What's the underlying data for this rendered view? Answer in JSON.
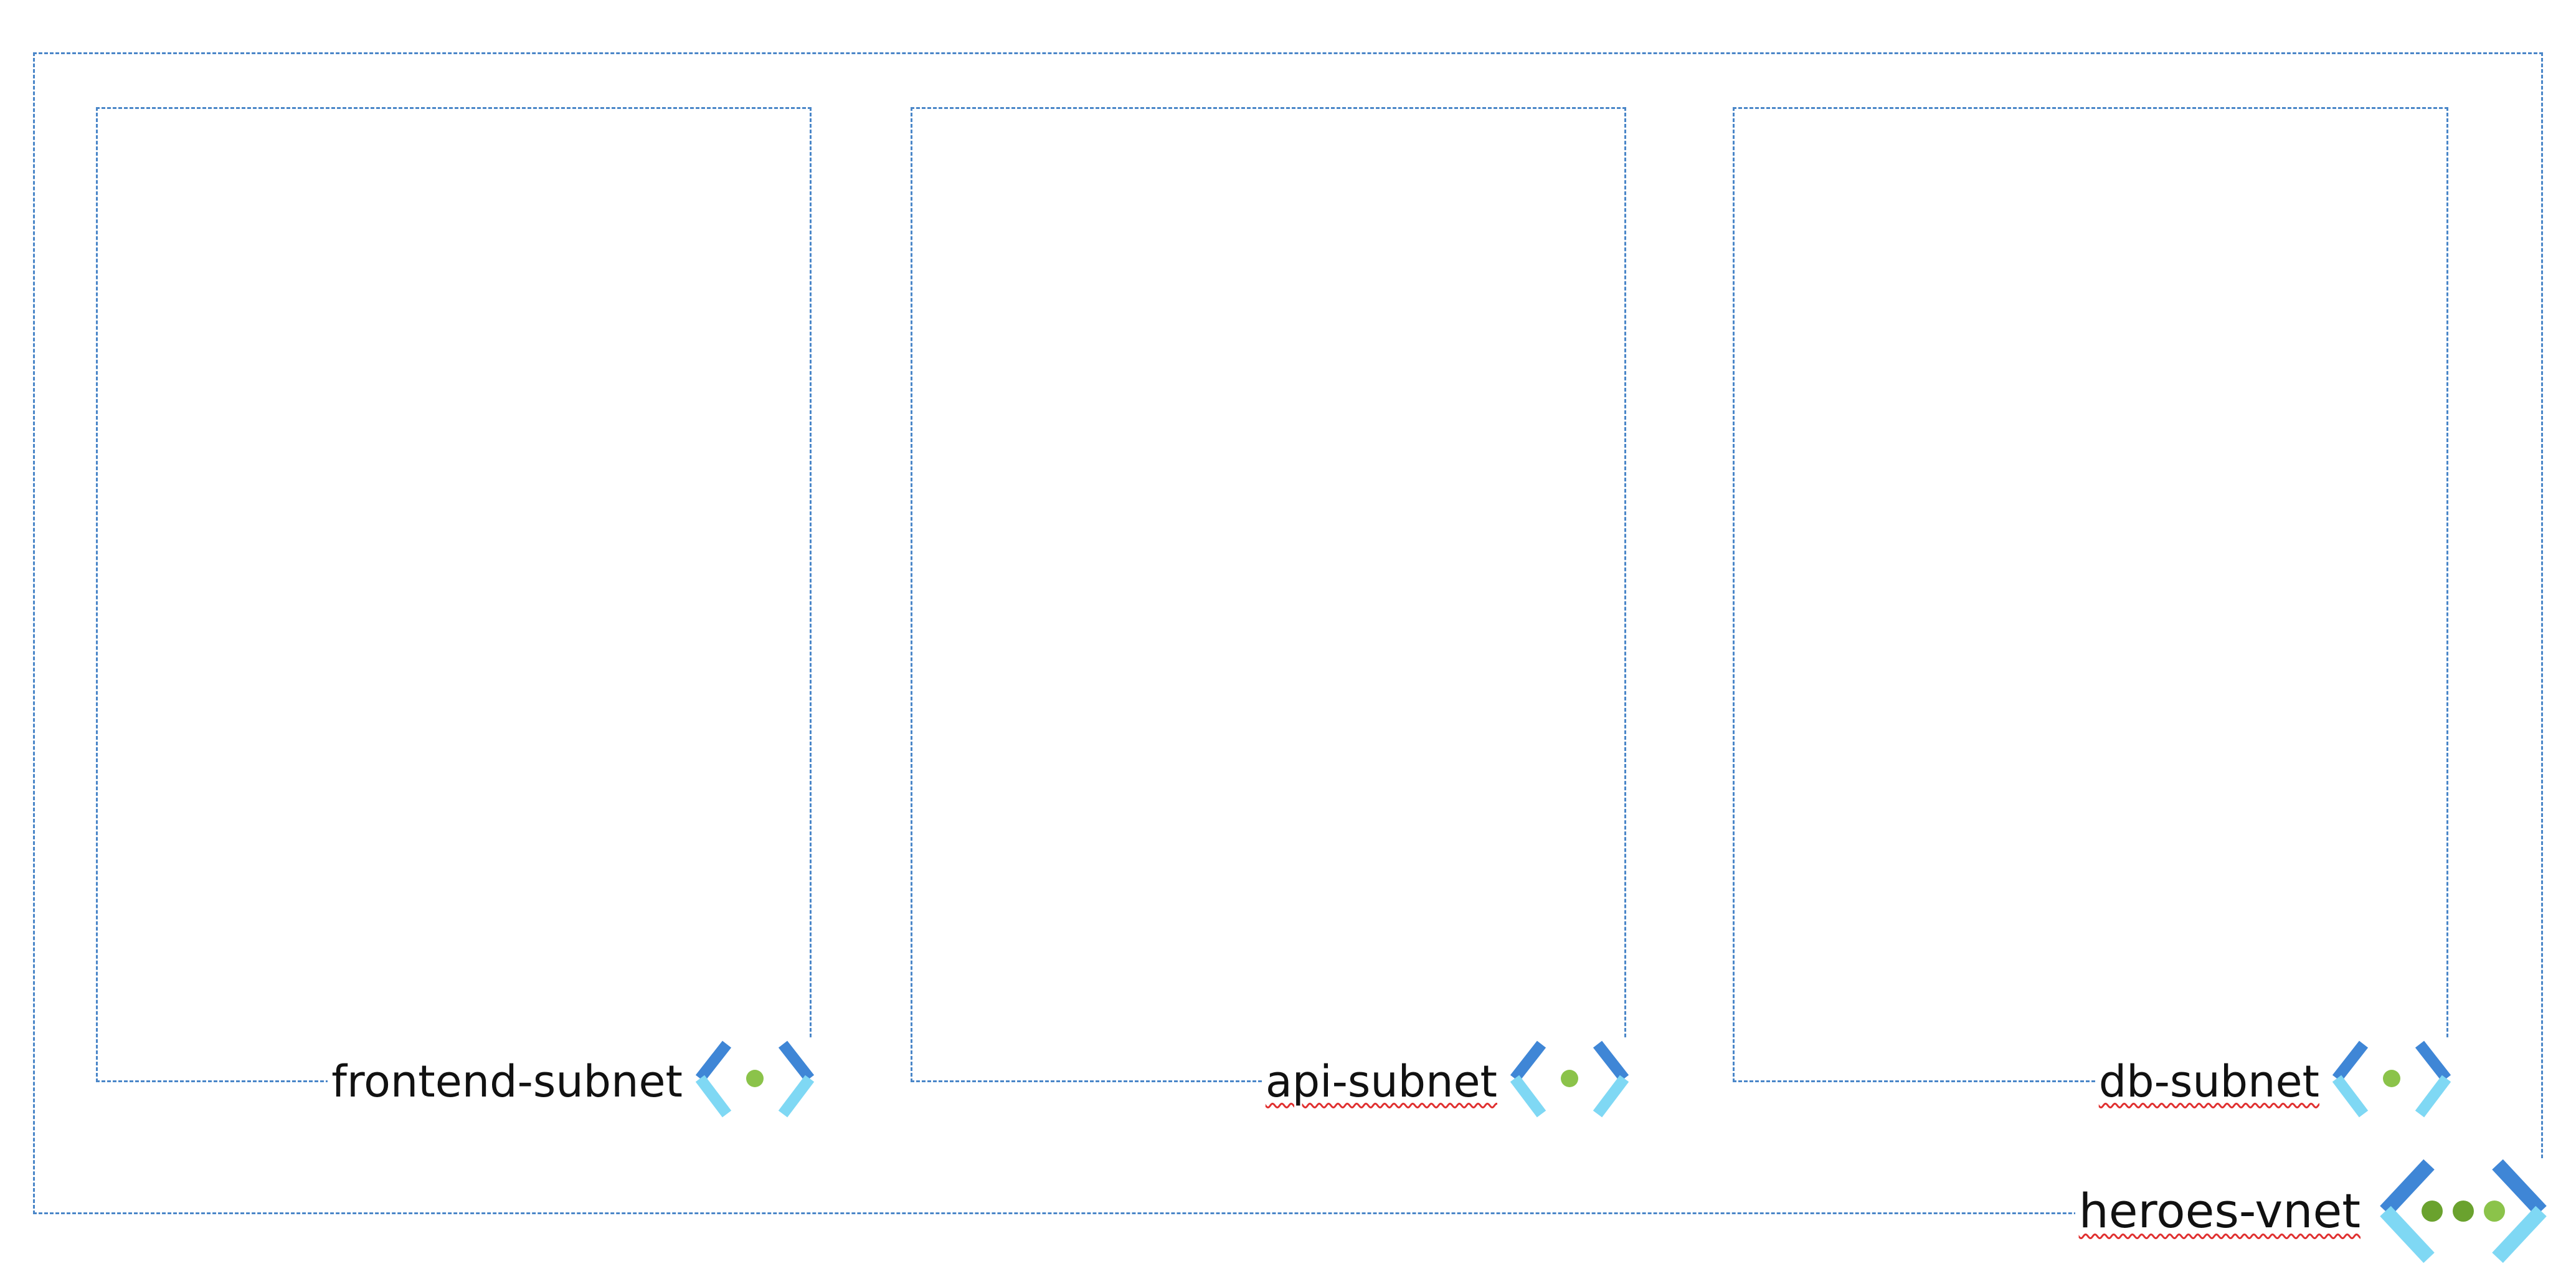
{
  "vnet": {
    "label": "heroes-vnet",
    "icon": "virtual-network-icon"
  },
  "subnets": [
    {
      "label": "frontend-subnet",
      "icon": "subnet-icon"
    },
    {
      "label": "api-subnet",
      "icon": "subnet-icon"
    },
    {
      "label": "db-subnet",
      "icon": "subnet-icon"
    }
  ],
  "colors": {
    "border": "#4a86c8",
    "chevron_dark": "#3f86d6",
    "chevron_light": "#7fd8f4",
    "dot": "#8bc34a",
    "dot_dark": "#6aa22e",
    "spellcheck": "#e03030"
  }
}
